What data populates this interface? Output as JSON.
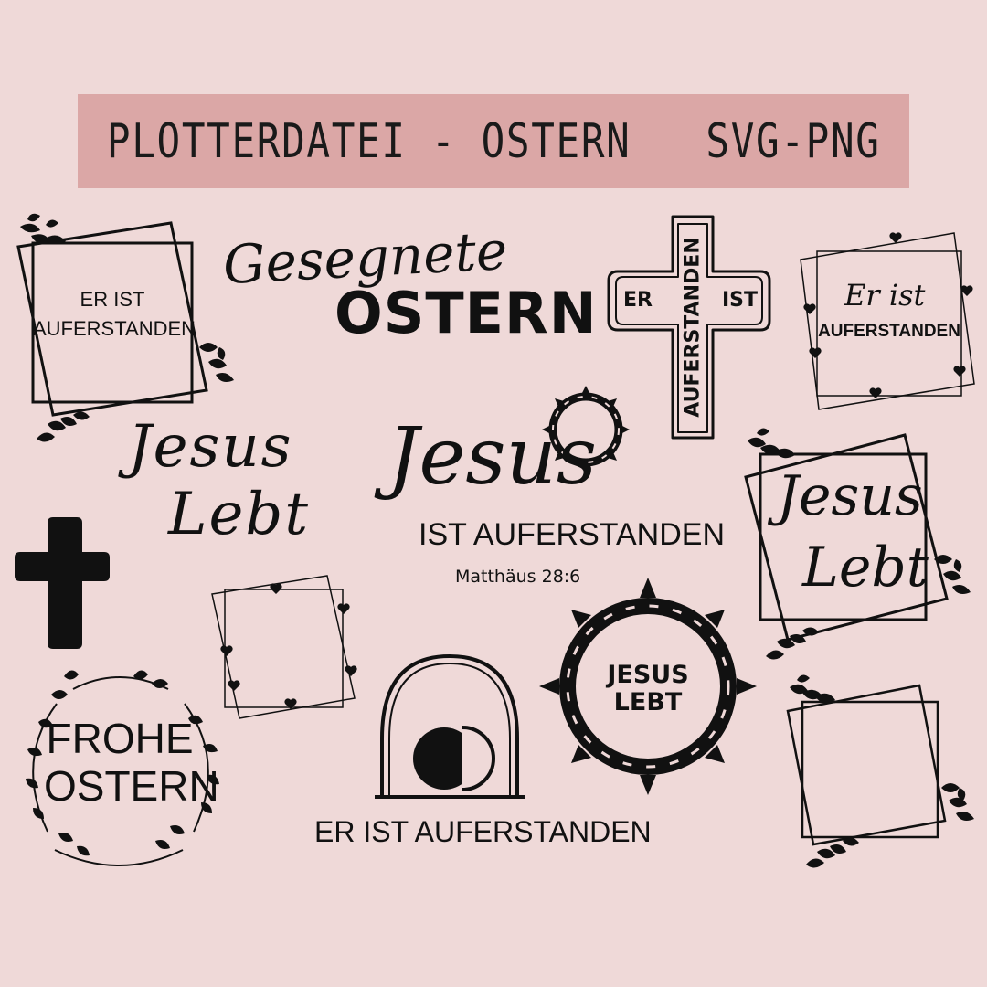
{
  "banner": {
    "title": "PLOTTERDATEI - OSTERN   SVG-PNG"
  },
  "designs": {
    "frame_top_left": {
      "line1": "ER IST",
      "line2": "AUFERSTANDEN"
    },
    "gesegnete": {
      "script": "Gesegnete",
      "bold": "OSTERN"
    },
    "cross_text": {
      "left": "ER",
      "right": "IST",
      "vertical": "AUFERSTANDEN"
    },
    "heart_frame_right": {
      "script": "Er ist",
      "bold": "AUFERSTANDEN"
    },
    "jesus_lebt_script": {
      "line1": "Jesus",
      "line2": "Lebt"
    },
    "jesus_center": {
      "script": "Jesus",
      "line2": "IST AUFERSTANDEN",
      "verse": "Matthäus 28:6"
    },
    "jesus_lebt_frame": {
      "line1": "Jesus",
      "line2": "Lebt"
    },
    "crown_text": {
      "line1": "JESUS",
      "line2": "LEBT"
    },
    "tomb": {
      "caption": "ER IST AUFERSTANDEN"
    },
    "wreath": {
      "line1": "FROHE",
      "line2": "OSTERN"
    }
  },
  "colors": {
    "background": "#efd9d8",
    "banner": "#dba7a6",
    "ink": "#111111"
  }
}
